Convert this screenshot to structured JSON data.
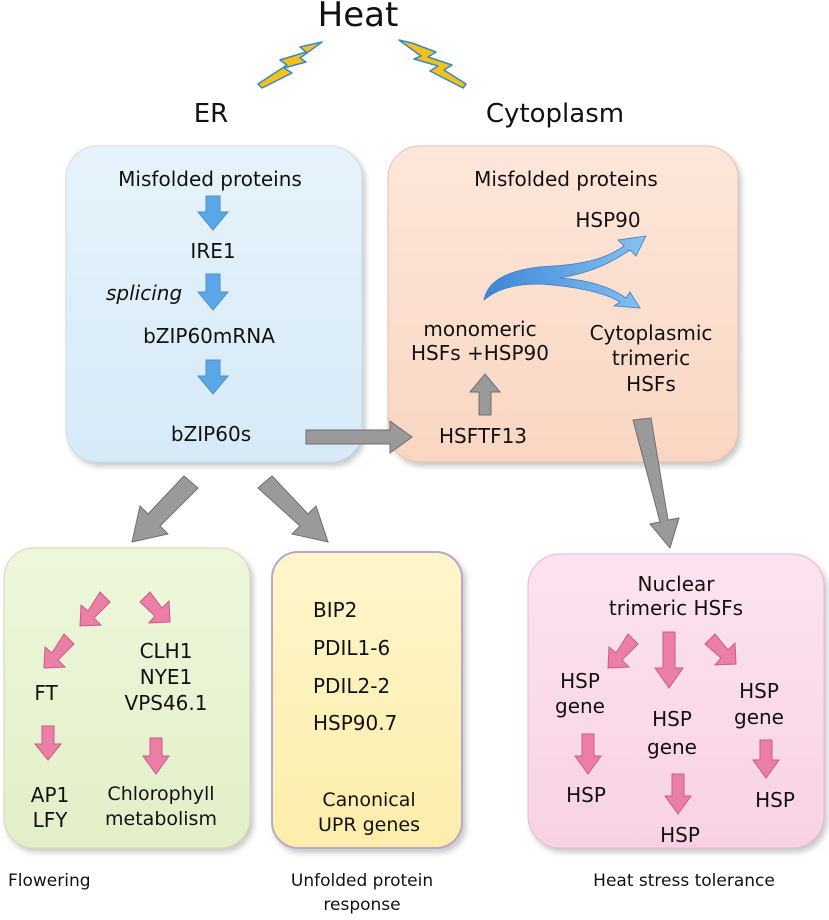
{
  "title": "Heat",
  "regions": {
    "er": "ER",
    "cytoplasm": "Cytoplasm"
  },
  "er_box": {
    "items": [
      "Misfolded proteins",
      "IRE1",
      "bZIP60mRNA",
      "bZIP60s"
    ],
    "side_label": "splicing"
  },
  "cyto_box": {
    "top": "Misfolded proteins",
    "hsp90": "HSP90",
    "monomeric": [
      "monomeric",
      "HSFs +HSP90"
    ],
    "trimeric": [
      "Cytoplasmic",
      "trimeric",
      "HSFs"
    ],
    "hsftf": "HSFTF13"
  },
  "flowering_box": {
    "ft": "FT",
    "ap1": "AP1",
    "lfy": "LFY",
    "genes": [
      "CLH1",
      "NYE1",
      "VPS46.1"
    ],
    "chl": [
      "Chlorophyll",
      "metabolism"
    ]
  },
  "upr_box": {
    "genes": [
      "BIP2",
      "PDIL1-6",
      "PDIL2-2",
      "HSP90.7"
    ],
    "footer": [
      "Canonical",
      "UPR genes"
    ]
  },
  "heat_box": {
    "title": [
      "Nuclear",
      "trimeric HSFs"
    ],
    "hsp_gene": [
      "HSP",
      "gene"
    ],
    "hsp": "HSP"
  },
  "captions": {
    "flowering": "Flowering",
    "upr": [
      "Unfolded protein",
      "response"
    ],
    "heat": "Heat stress tolerance"
  },
  "colors": {
    "er_fill": "#ddeef9",
    "cyto_fill": "#fbdfcf",
    "flowering_fill": "#e9f4d3",
    "upr_fill": "#fdf2bd",
    "heat_fill": "#fadbea",
    "blue_arrow": "#5aa8e8",
    "pink_arrow": "#ec7fa8",
    "gray_arrow": "#9a9a9a",
    "lightning": "#f6c21a"
  }
}
